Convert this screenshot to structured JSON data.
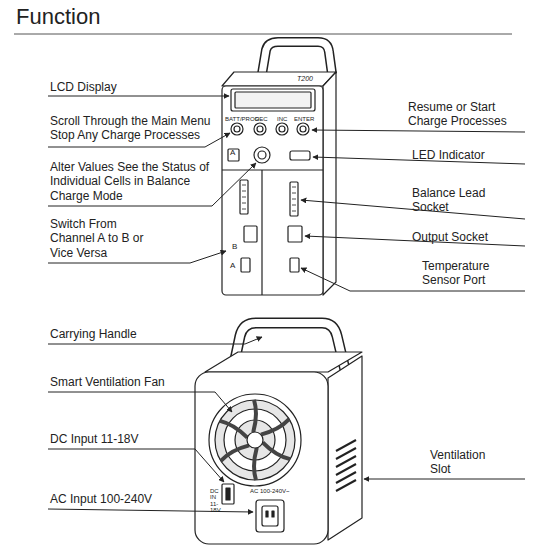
{
  "diagram": {
    "title": "Function",
    "labels": [
      "LCD Display",
      "Scroll Through the Main Menu Stop Any Charge Processes",
      "Alter Values See the Status of Individual Cells in Balance Charge Mode",
      "Switch From Channel A to B or Vice Versa",
      "Resume or Start Charge Processes",
      "LED Indicator",
      "Balance Lead Socket",
      "Output Socket",
      "Temperature Sensor Port",
      "Carrying Handle",
      "Smart Ventilation Fan",
      "DC Input 11-18V",
      "AC Input 100-240V",
      "Ventilation Slot",
      "T200",
      "BATT/PROG",
      "DEC",
      "INC",
      "ENTER",
      "A",
      "B",
      "A",
      "DC IN 11-18V",
      "AC 100-240V~"
    ]
  }
}
